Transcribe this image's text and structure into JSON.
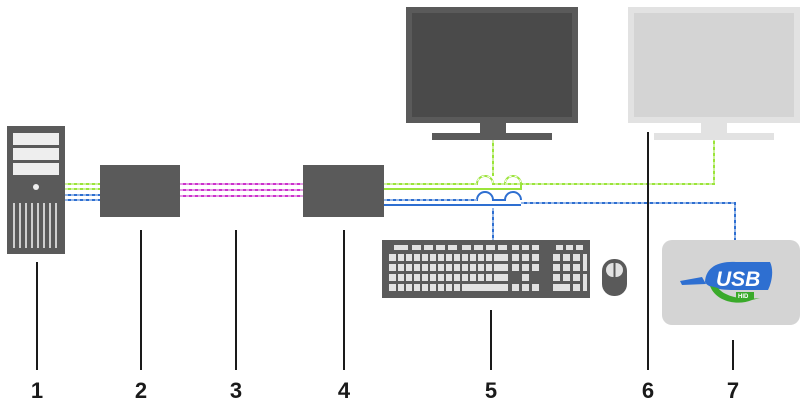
{
  "callouts": [
    "1",
    "2",
    "3",
    "4",
    "5",
    "6",
    "7"
  ],
  "usb_logo": {
    "text": "USB",
    "subtext": "HID"
  },
  "colors": {
    "video": "#9be43a",
    "usb": "#2e6fd1",
    "link": "#cc33cc",
    "device": "#5a5a5a",
    "device_light": "#d4d4d4"
  },
  "components": [
    {
      "id": 1,
      "icon": "computer-tower-icon"
    },
    {
      "id": 2,
      "icon": "kvm-transmitter-icon"
    },
    {
      "id": 3,
      "icon": "interconnect-cable-icon"
    },
    {
      "id": 4,
      "icon": "kvm-receiver-icon"
    },
    {
      "id": 5,
      "icon": "keyboard-icon",
      "extra_icon": "mouse-icon",
      "extra_icon2": "monitor-icon"
    },
    {
      "id": 6,
      "icon": "monitor-icon"
    },
    {
      "id": 7,
      "icon": "usb-hid-device-icon"
    }
  ]
}
